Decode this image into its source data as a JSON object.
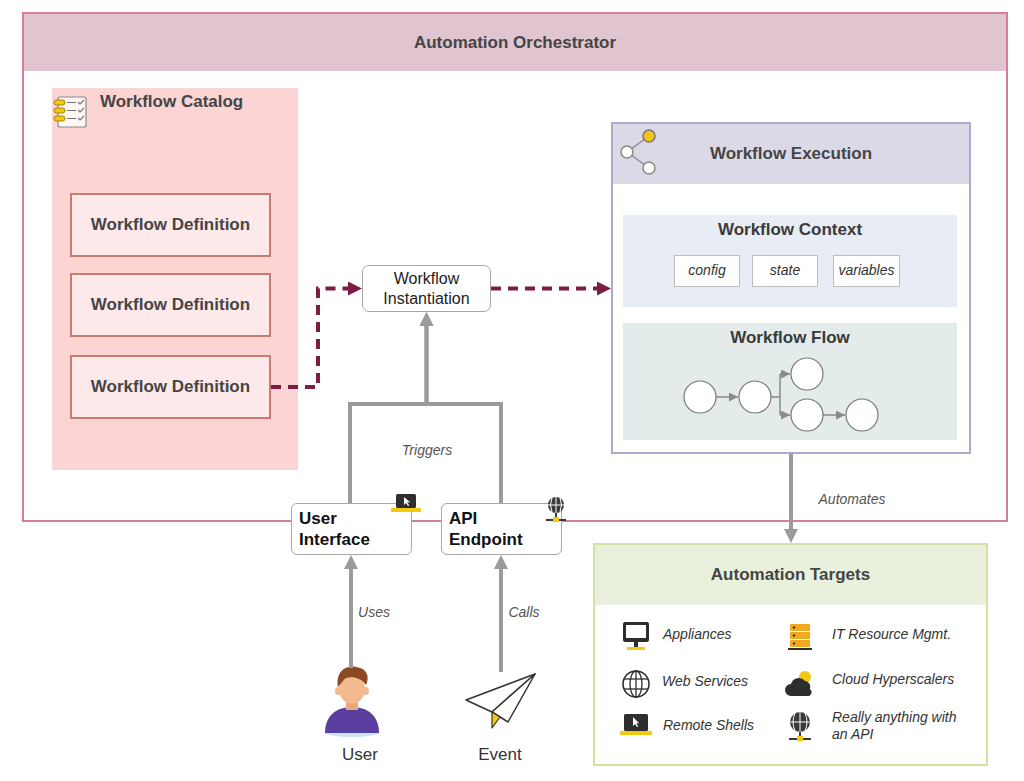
{
  "diagram": {
    "nodes": [
      {
        "text": [
          "Automation Orchestrator"
        ]
      },
      {
        "text": [
          "Workflow Catalog"
        ],
        "in": 0
      },
      {
        "text": [
          "Workflow Definition"
        ],
        "in": 1
      },
      {
        "text": [
          "Workflow Definition"
        ],
        "in": 1
      },
      {
        "text": [
          "Workflow Definition"
        ],
        "in": 1
      },
      {
        "text": [
          "Workflow Instantiation"
        ],
        "in": 0
      },
      {
        "text": [
          "Workflow Execution"
        ],
        "in": 0
      },
      {
        "text": [
          "Workflow Context"
        ],
        "in": 6
      },
      {
        "text": [
          "config"
        ],
        "in": 7
      },
      {
        "text": [
          "state"
        ],
        "in": 7
      },
      {
        "text": [
          "variables"
        ],
        "in": 7
      },
      {
        "text": [
          "Workflow Flow"
        ],
        "in": 6
      },
      {
        "text": [
          "User Interface"
        ]
      },
      {
        "text": [
          "API Endpoint"
        ]
      },
      {
        "text": [
          "Automation Targets",
          "Appliances",
          "IT Resource Mgmt.",
          "Web Services",
          "Cloud Hyperscalers",
          "Remote Shells",
          "Really anything with an API"
        ]
      },
      {
        "text": [
          "User"
        ]
      },
      {
        "text": [
          "Event"
        ]
      }
    ],
    "edges": [
      {
        "from": 4,
        "to": 5,
        "arrow": "to"
      },
      {
        "from": 5,
        "to": 6,
        "arrow": "to"
      },
      {
        "from": 12,
        "to": 5,
        "label": "Triggers",
        "arrow": "to"
      },
      {
        "from": 13,
        "to": 5,
        "arrow": "to"
      },
      {
        "from": 6,
        "to": 14,
        "label": "Automates",
        "arrow": "to"
      },
      {
        "from": 15,
        "to": 12,
        "label": "Uses",
        "arrow": "to"
      },
      {
        "from": 16,
        "to": 13,
        "label": "Calls",
        "arrow": "to"
      }
    ]
  }
}
